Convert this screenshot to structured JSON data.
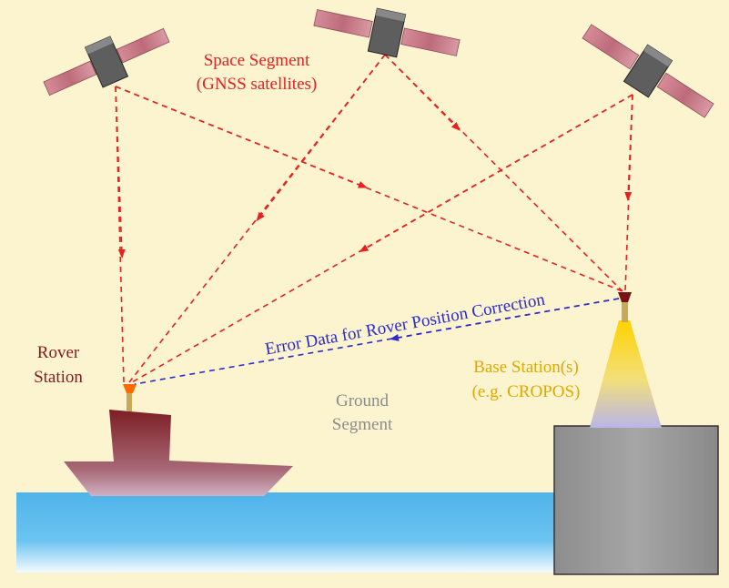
{
  "space_segment": {
    "line1": "Space Segment",
    "line2": "(GNSS satellites)",
    "color": "#e8201f"
  },
  "rover": {
    "line1": "Rover",
    "line2": "Station",
    "color": "#8b1a1a"
  },
  "ground_segment": {
    "line1": "Ground",
    "line2": "Segment",
    "color": "#8c8c8c"
  },
  "base_station": {
    "line1": "Base Station(s)",
    "line2": "(e.g. CROPOS)",
    "color": "#e0a800"
  },
  "correction_link": {
    "label": "Error Data for Rover Position Correction",
    "color": "#2b2bc8"
  },
  "signal_color": "#e8201f",
  "background_color": "#fcf3cf",
  "water_color": "#4fb4ea"
}
